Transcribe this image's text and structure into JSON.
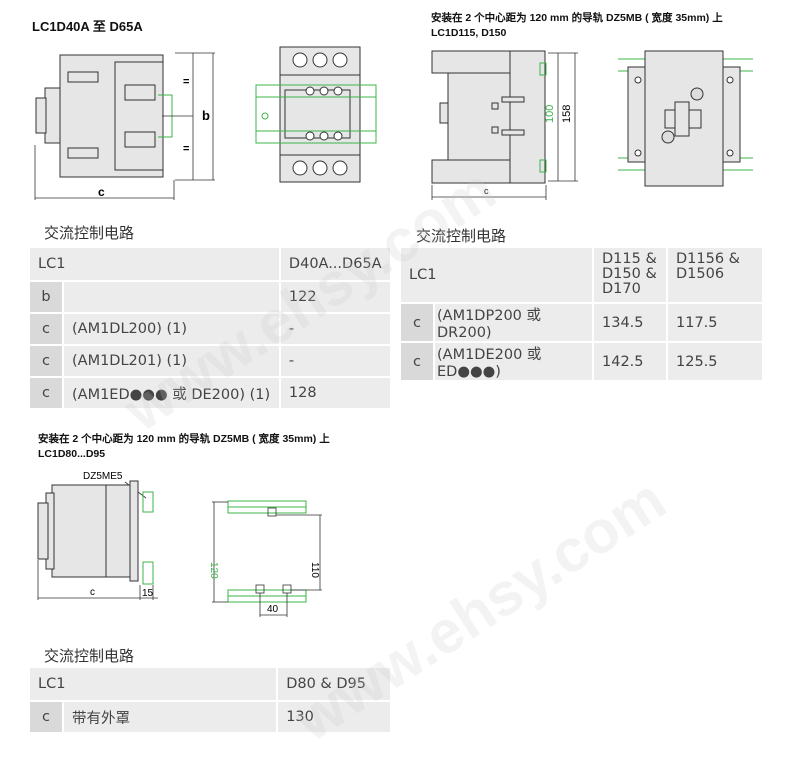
{
  "section1": {
    "heading": "LC1D40A 至 D65A",
    "drawing_labels": {
      "b": "b",
      "c": "c"
    },
    "table_title": "交流控制电路",
    "table": {
      "header": [
        "LC1",
        "D40A...D65A"
      ],
      "rows": [
        {
          "key": "b",
          "desc": "",
          "value": "122"
        },
        {
          "key": "c",
          "desc": "(AM1DL200) (1)",
          "value": "-"
        },
        {
          "key": "c",
          "desc": "(AM1DL201) (1)",
          "value": "-"
        },
        {
          "key": "c",
          "desc": "(AM1ED●●● 或 DE200) (1)",
          "value": "128"
        }
      ]
    }
  },
  "section2": {
    "heading_line1": "安装在 2 个中心距为 120 mm 的导轨 DZ5MB ( 宽度 35mm) 上",
    "heading_line2": "LC1D115, D150",
    "drawing_labels": {
      "c": "c",
      "dim100": "100",
      "dim158": "158"
    },
    "table_title": "交流控制电路",
    "table": {
      "header": [
        "LC1",
        "D115 & D150 & D170",
        "D1156 & D1506"
      ],
      "rows": [
        {
          "key": "c",
          "desc": "(AM1DP200 或 DR200)",
          "values": [
            "134.5",
            "117.5"
          ]
        },
        {
          "key": "c",
          "desc": "(AM1DE200 或 ED●●●)",
          "values": [
            "142.5",
            "125.5"
          ]
        }
      ]
    }
  },
  "section3": {
    "heading_line1": "安装在 2 个中心距为 120 mm 的导轨 DZ5MB ( 宽度 35mm) 上",
    "heading_line2": "LC1D80...D95",
    "drawing_labels": {
      "part": "DZ5ME5",
      "c": "c",
      "dim15": "15",
      "dim120": "120",
      "dim110": "110",
      "dim40": "40"
    },
    "table_title": "交流控制电路",
    "table": {
      "header": [
        "LC1",
        "D80 & D95"
      ],
      "rows": [
        {
          "key": "c",
          "desc": "带有外罩",
          "value": "130"
        }
      ]
    }
  },
  "watermark": "www.ehsy.com",
  "colors": {
    "rail_green": "#3cb44a",
    "part_gray": "#e6e6e6",
    "table_bg": "#ececec",
    "table_key_bg": "#d9d9d9"
  }
}
